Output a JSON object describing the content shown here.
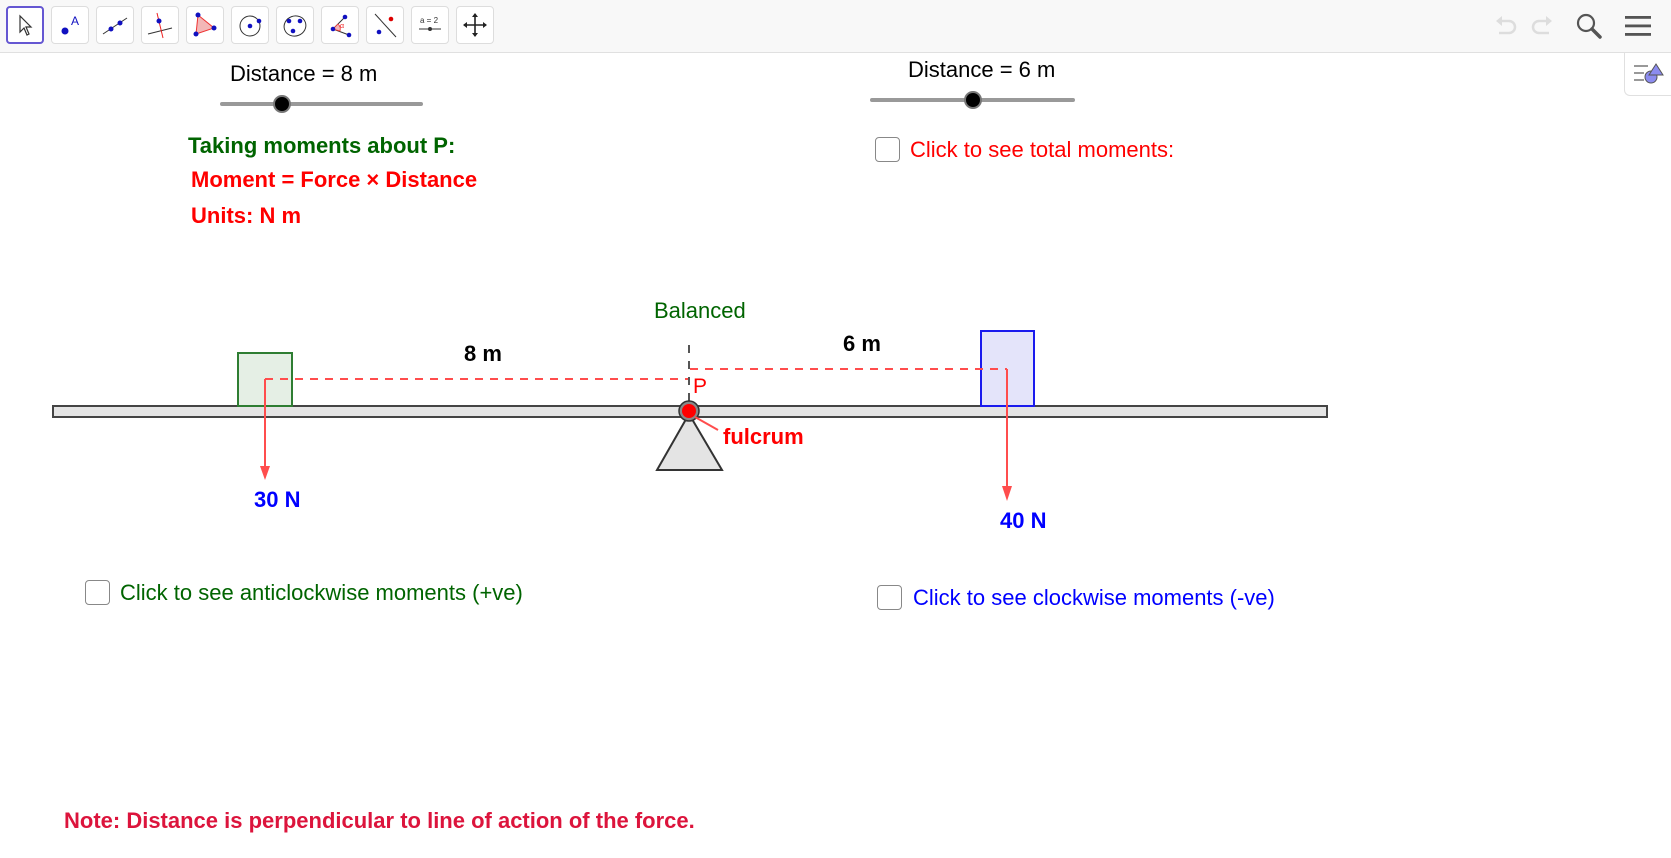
{
  "toolbar": {
    "tools": [
      {
        "name": "move-tool",
        "icon": "arrow-cursor-icon",
        "active": true
      },
      {
        "name": "point-tool",
        "icon": "point-A-icon"
      },
      {
        "name": "line-tool",
        "icon": "line-through-points-icon"
      },
      {
        "name": "perpendicular-line-tool",
        "icon": "perpendicular-line-icon"
      },
      {
        "name": "polygon-tool",
        "icon": "polygon-icon"
      },
      {
        "name": "circle-tool",
        "icon": "circle-center-point-icon"
      },
      {
        "name": "conic-tool",
        "icon": "ellipse-icon"
      },
      {
        "name": "angle-tool",
        "icon": "angle-icon"
      },
      {
        "name": "reflect-tool",
        "icon": "reflect-point-icon"
      },
      {
        "name": "slider-tool",
        "icon": "slider-icon",
        "label": "a = 2"
      },
      {
        "name": "move-graphics-tool",
        "icon": "move-cross-arrows-icon"
      }
    ],
    "right": [
      "undo-icon",
      "redo-icon",
      "search-icon",
      "menu-icon"
    ]
  },
  "sliders": {
    "left": {
      "label": "Distance = 8 m",
      "value": 8
    },
    "right": {
      "label": "Distance = 6 m",
      "value": 6
    }
  },
  "info": {
    "heading": "Taking moments about P:",
    "formula": "Moment = Force × Distance",
    "units": "Units: N m"
  },
  "checkboxes": {
    "total": {
      "label": "Click to see total moments:",
      "checked": false
    },
    "anticlockwise": {
      "label": "Click to see anticlockwise moments (+ve)",
      "checked": false
    },
    "clockwise": {
      "label": "Click to see clockwise moments (-ve)",
      "checked": false
    }
  },
  "diagram": {
    "status": "Balanced",
    "left_distance": "8 m",
    "right_distance": "6 m",
    "pivot_label": "P",
    "fulcrum_label": "fulcrum",
    "left_force": "30 N",
    "right_force": "40 N"
  },
  "note": "Note: Distance is perpendicular to line of action of the force.",
  "colors": {
    "green": "#006400",
    "red": "#ff0000",
    "blue": "#0000ff",
    "crimson": "#dc143c",
    "arrow": "#ff4d4d"
  }
}
